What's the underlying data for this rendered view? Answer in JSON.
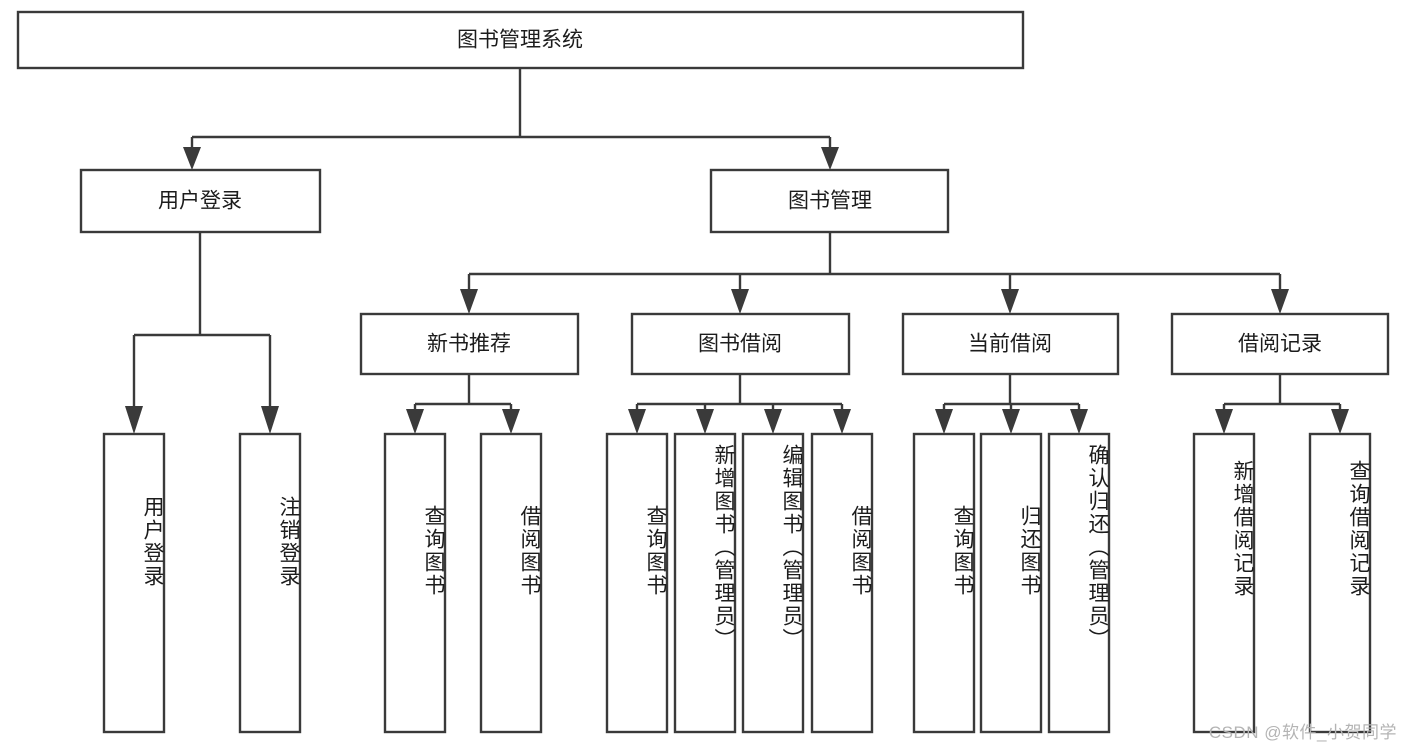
{
  "diagram": {
    "title": "图书管理系统",
    "type": "tree-hierarchy",
    "watermark": "CSDN @软件_小贺同学",
    "colors": {
      "box_stroke": "#3a3a3a",
      "box_fill": "#ffffff",
      "text": "#1c1c1c",
      "watermark": "#b4b4b4",
      "background": "#ffffff"
    },
    "root": {
      "label": "图书管理系统"
    },
    "level2": [
      {
        "id": "user-login",
        "label": "用户登录"
      },
      {
        "id": "book-management",
        "label": "图书管理"
      }
    ],
    "level3": [
      {
        "id": "new-book-recommend",
        "label": "新书推荐"
      },
      {
        "id": "book-borrow",
        "label": "图书借阅"
      },
      {
        "id": "current-borrow",
        "label": "当前借阅"
      },
      {
        "id": "borrow-record",
        "label": "借阅记录"
      }
    ],
    "leaves": {
      "user_login": [
        {
          "id": "leaf-user-login",
          "label": "用户登录"
        },
        {
          "id": "leaf-logout-login",
          "label": "注销登录"
        }
      ],
      "new_book_recommend": [
        {
          "id": "leaf-query-book-1",
          "label": "查询图书"
        },
        {
          "id": "leaf-borrow-book-1",
          "label": "借阅图书"
        }
      ],
      "book_borrow": [
        {
          "id": "leaf-query-book-2",
          "label": "查询图书"
        },
        {
          "id": "leaf-add-book",
          "label": "新增图书（管理员）"
        },
        {
          "id": "leaf-edit-book",
          "label": "编辑图书（管理员）"
        },
        {
          "id": "leaf-borrow-book-2",
          "label": "借阅图书"
        }
      ],
      "current_borrow": [
        {
          "id": "leaf-query-book-3",
          "label": "查询图书"
        },
        {
          "id": "leaf-return-book",
          "label": "归还图书"
        },
        {
          "id": "leaf-confirm-return",
          "label": "确认归还（管理员）"
        }
      ],
      "borrow_record": [
        {
          "id": "leaf-add-borrow-record",
          "label": "新增借阅记录"
        },
        {
          "id": "leaf-query-borrow-record",
          "label": "查询借阅记录"
        }
      ]
    }
  }
}
